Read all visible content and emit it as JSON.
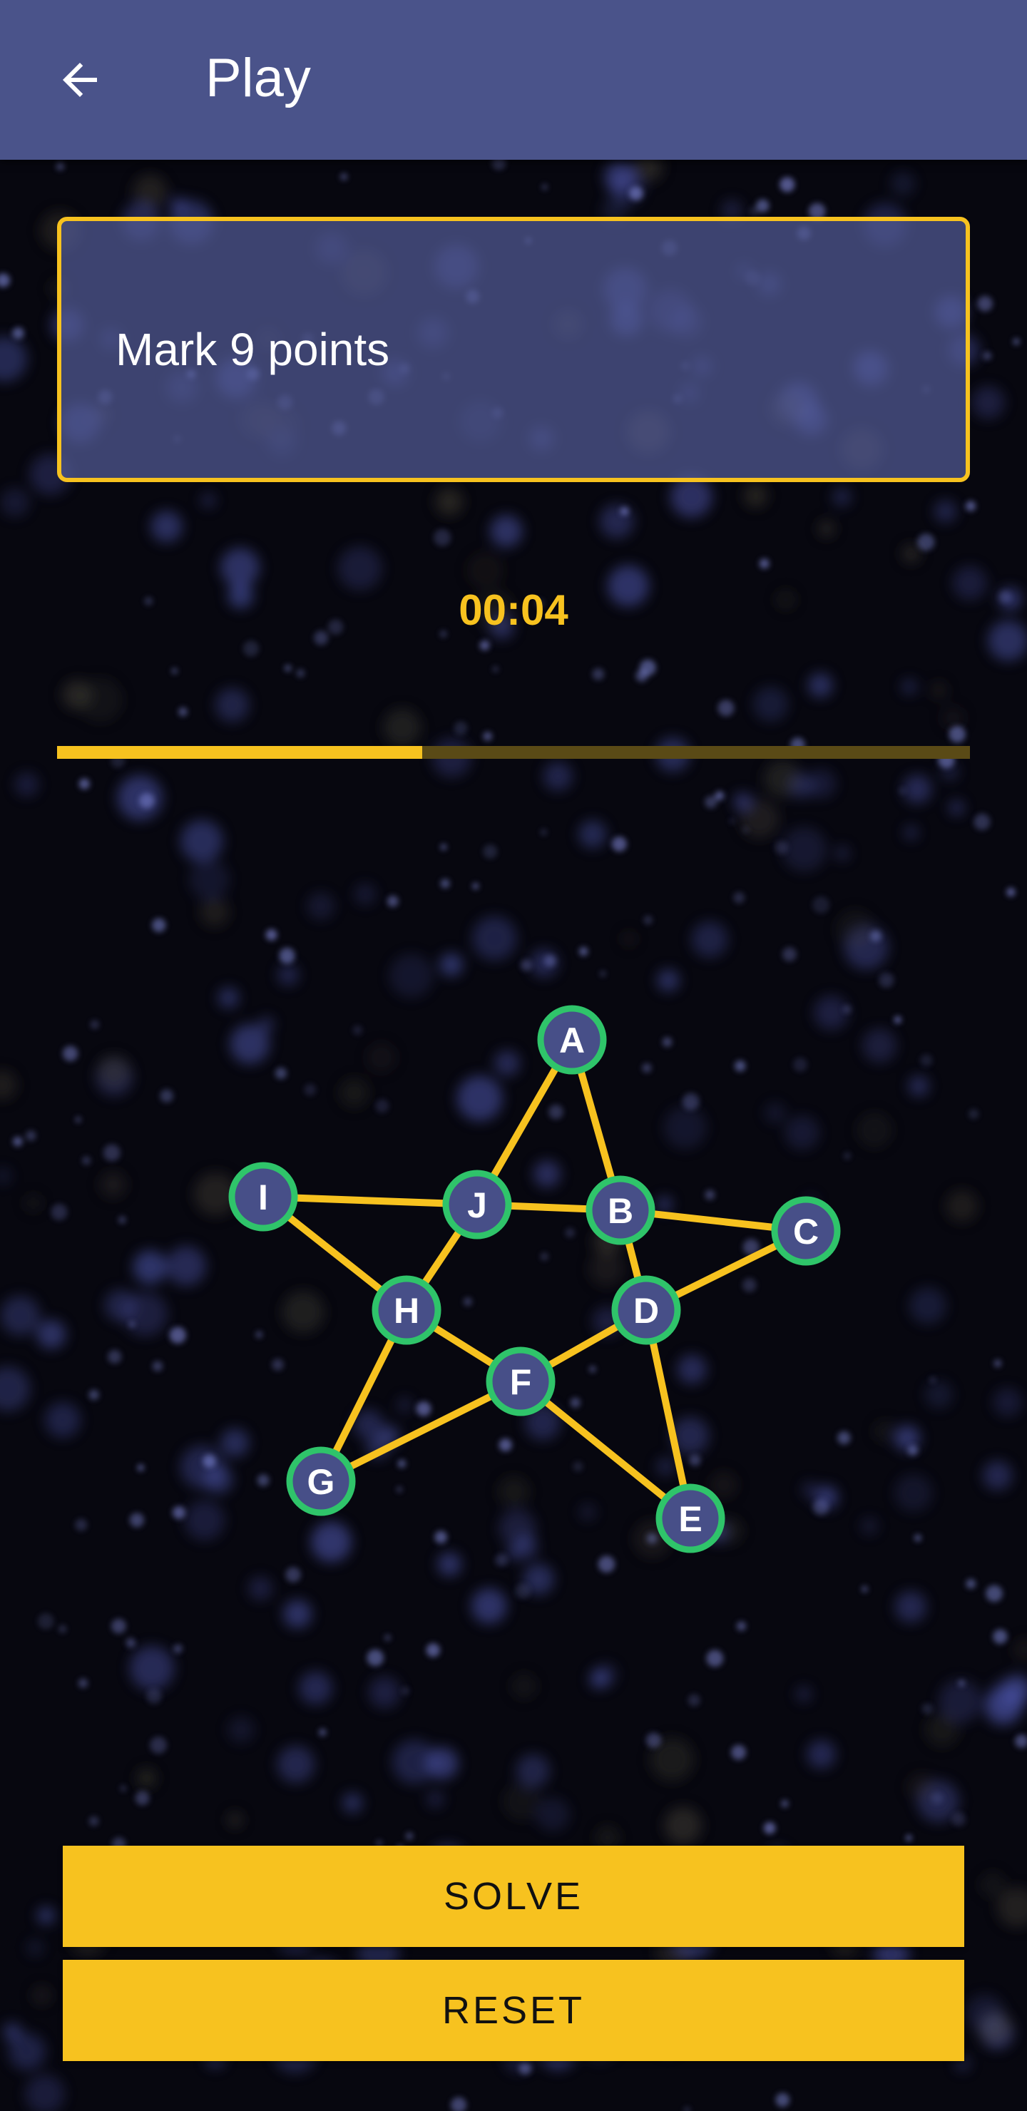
{
  "appbar": {
    "title": "Play",
    "back_icon": "arrow-back-icon"
  },
  "task": {
    "text": "Mark 9 points"
  },
  "timer": {
    "value": "00:04"
  },
  "progress": {
    "fraction": 0.4
  },
  "colors": {
    "appbar": "#4a538a",
    "accent": "#f7c21f",
    "node_ring": "#2fc46a",
    "node_fill": "#474f88",
    "background": "#07070f"
  },
  "puzzle": {
    "points": [
      "A",
      "B",
      "C",
      "D",
      "E",
      "F",
      "G",
      "H",
      "I",
      "J"
    ],
    "edges": [
      [
        "A",
        "J"
      ],
      [
        "A",
        "B"
      ],
      [
        "I",
        "J"
      ],
      [
        "J",
        "B"
      ],
      [
        "B",
        "C"
      ],
      [
        "I",
        "H"
      ],
      [
        "J",
        "H"
      ],
      [
        "B",
        "D"
      ],
      [
        "C",
        "D"
      ],
      [
        "H",
        "F"
      ],
      [
        "D",
        "F"
      ],
      [
        "H",
        "G"
      ],
      [
        "F",
        "G"
      ],
      [
        "D",
        "E"
      ],
      [
        "F",
        "E"
      ]
    ]
  },
  "actions": {
    "solve_label": "SOLVE",
    "reset_label": "RESET"
  }
}
